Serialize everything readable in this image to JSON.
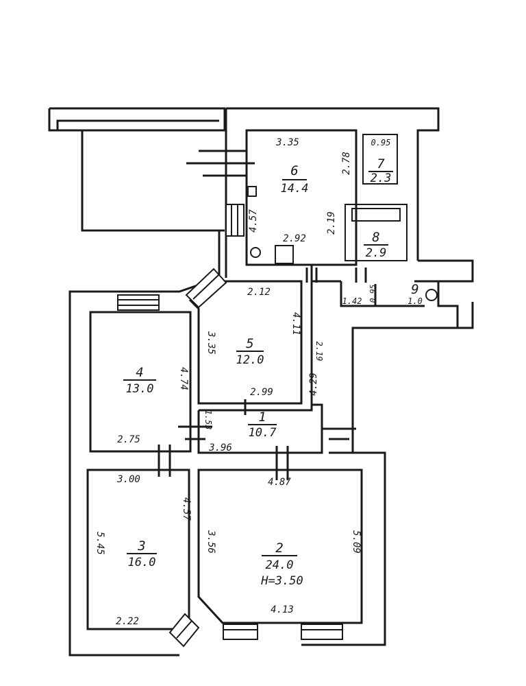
{
  "rooms": [
    {
      "number": "1",
      "area": "10.7"
    },
    {
      "number": "2",
      "area": "24.0",
      "height": "H=3.50"
    },
    {
      "number": "3",
      "area": "16.0"
    },
    {
      "number": "4",
      "area": "13.0"
    },
    {
      "number": "5",
      "area": "12.0"
    },
    {
      "number": "6",
      "area": "14.4"
    },
    {
      "number": "7",
      "area": "2.3"
    },
    {
      "number": "8",
      "area": "2.9"
    },
    {
      "number": "9",
      "area": "1.0"
    }
  ],
  "dims": {
    "r6_top": "3.35",
    "r6_left": "4.57",
    "r6_bottom": "2.92",
    "r6_right_a": "2.78",
    "r6_right_b": "2.19",
    "r7_top": "0.95",
    "r5_top": "2.12",
    "r5_left": "3.35",
    "r5_right": "4.11",
    "r5_bottom": "2.99",
    "r9_w": "1.42",
    "r9_h": "0.95",
    "corr_right_a": "2.19",
    "corr_right_b": "4.29",
    "r4_right": "4.74",
    "r4_bottom": "2.75",
    "r1_left": "1.53",
    "r1_bottom": "3.96",
    "r3_top": "3.00",
    "r3_left": "5.45",
    "r3_right": "4.57",
    "r3_bottom": "2.22",
    "r2_top": "4.87",
    "r2_left": "3.56",
    "r2_right": "5.09",
    "r2_bottom": "4.13"
  }
}
